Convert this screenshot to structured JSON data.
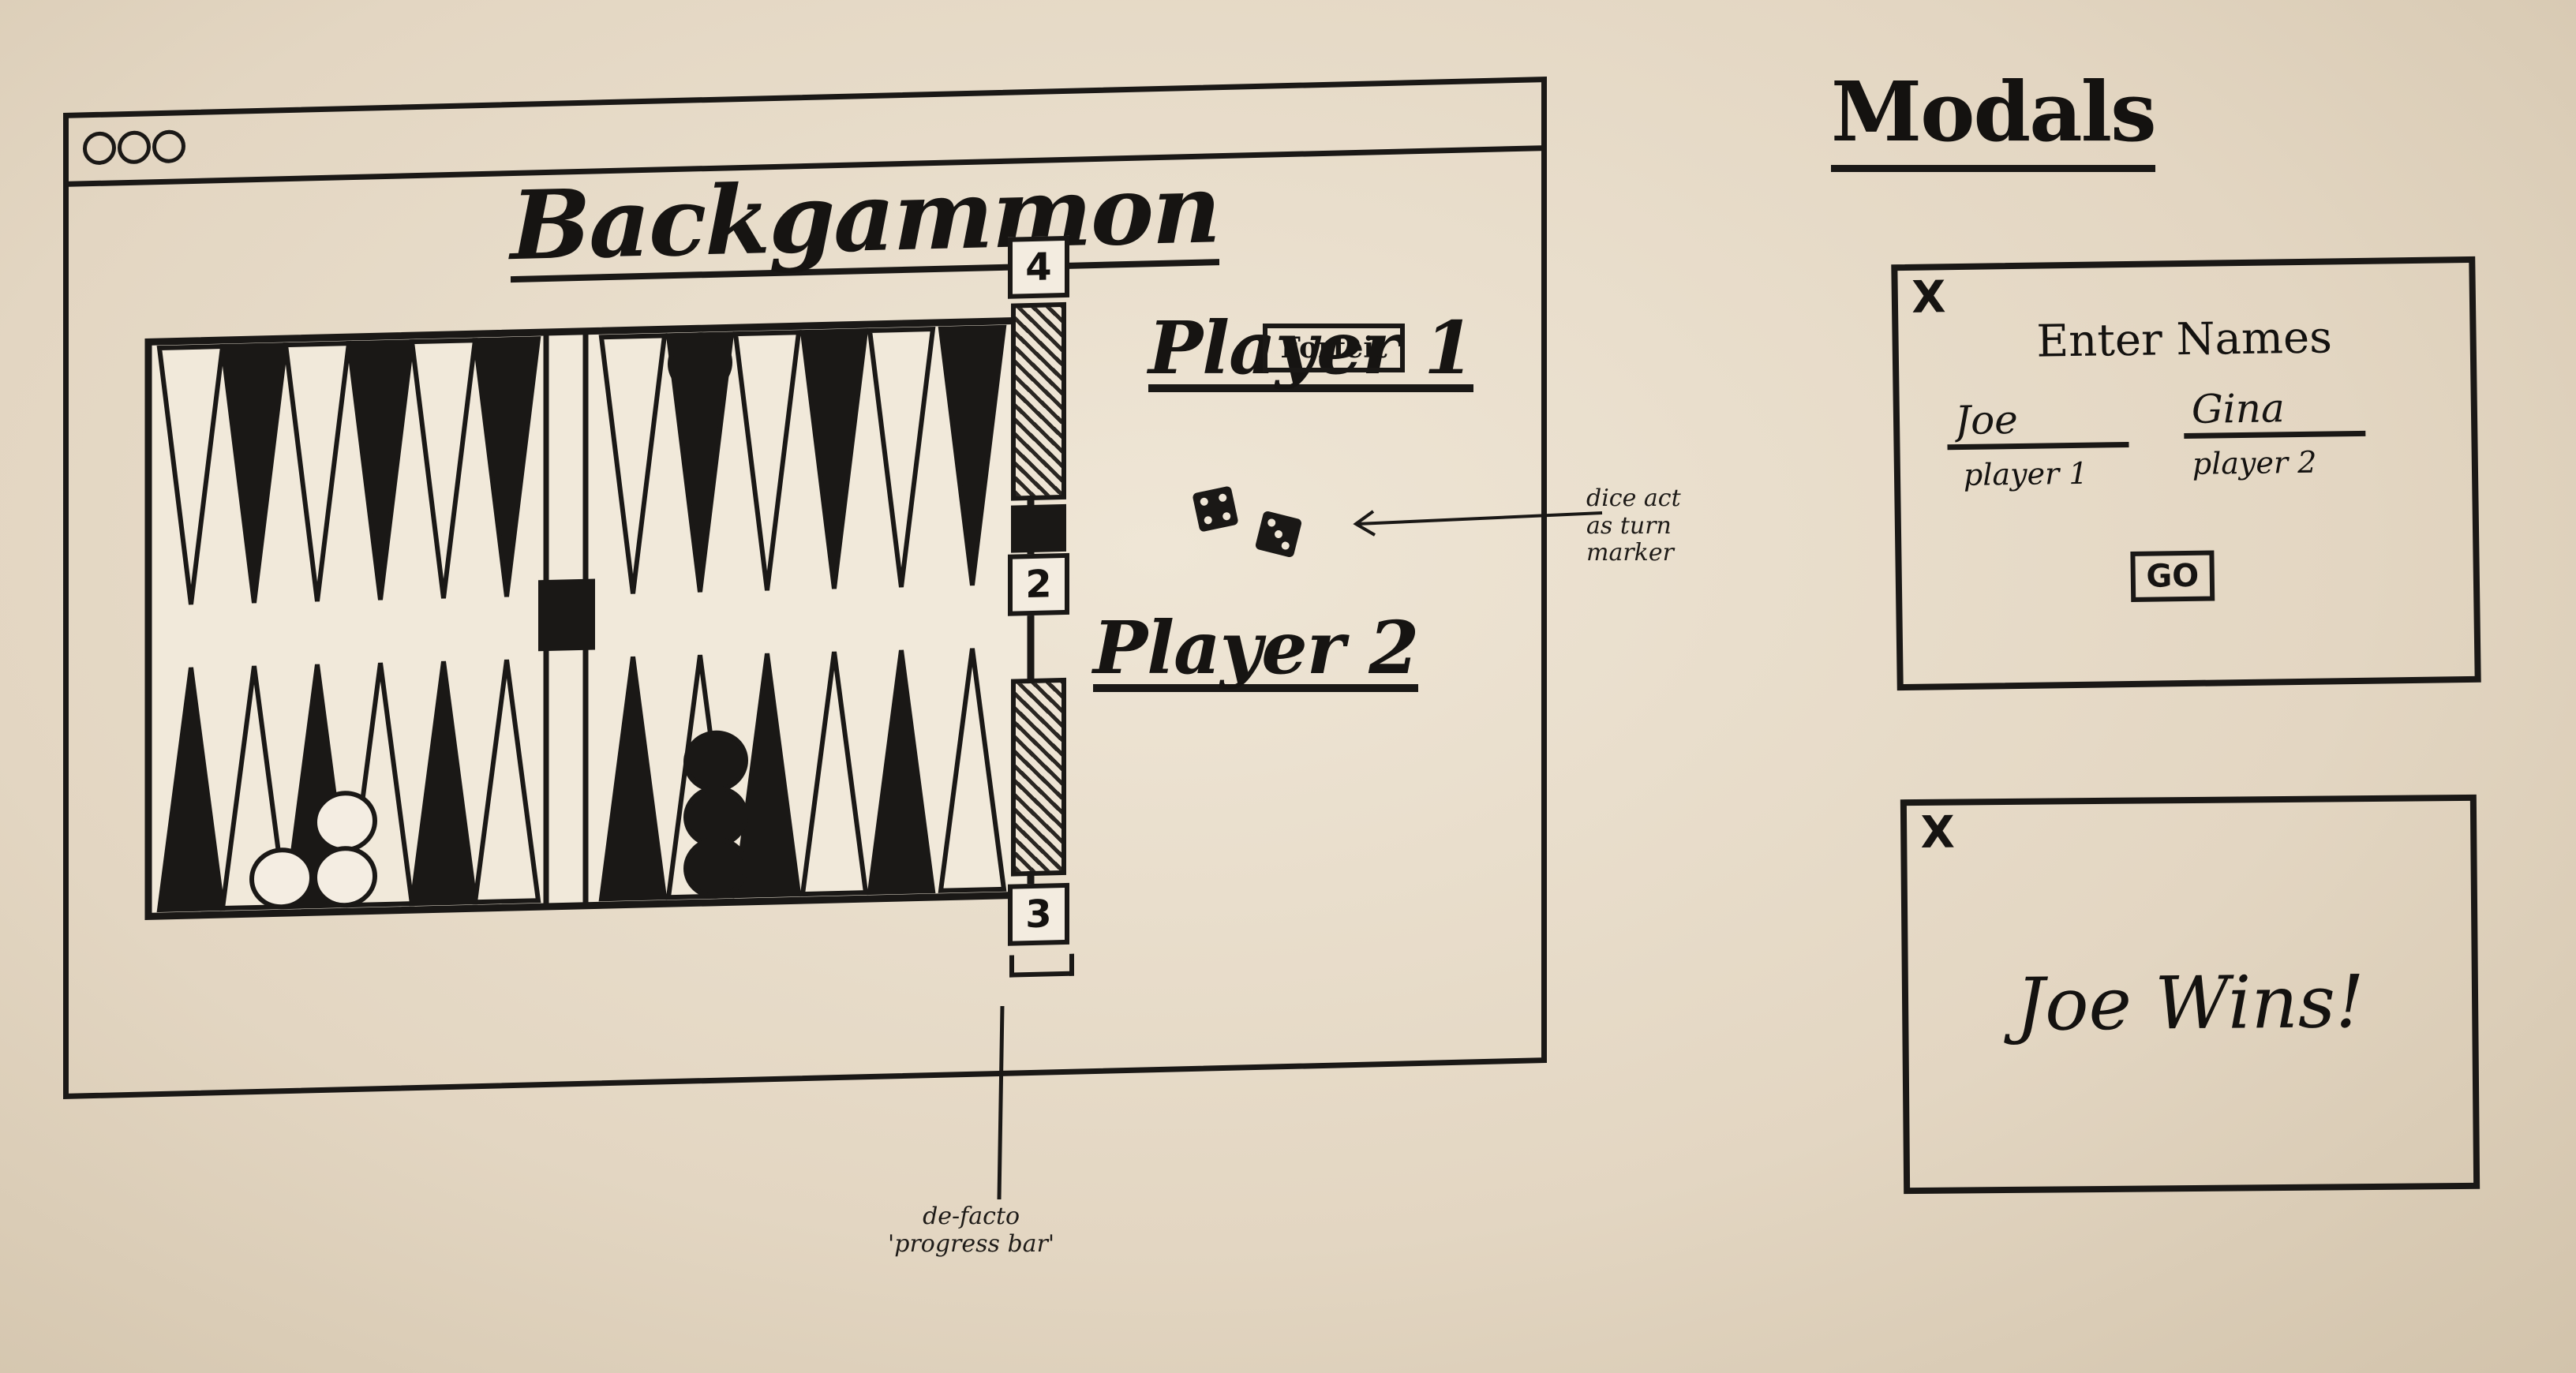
{
  "window": {
    "title": "Backgammon"
  },
  "tracker": {
    "top_count": "4",
    "middle_count": "2",
    "bottom_count": "3"
  },
  "players": {
    "player1": "Player 1",
    "player2": "Player 2",
    "forfeit_label": "Forfeit"
  },
  "annotations": {
    "dice_note_line1": "dice act",
    "dice_note_line2": "as turn",
    "dice_note_line3": "marker",
    "bar_note_line1": "de-facto",
    "bar_note_line2": "'progress bar'"
  },
  "modals": {
    "section_title": "Modals",
    "names_modal": {
      "heading": "Enter Names",
      "player1_value": "Joe",
      "player1_label": "player 1",
      "player2_value": "Gina",
      "player2_label": "player 2",
      "go_label": "GO",
      "close_label": "X"
    },
    "win_modal": {
      "message": "Joe Wins!",
      "close_label": "X"
    }
  },
  "colors": {
    "ink": "#1a1816",
    "paper": "#efe6d6"
  }
}
